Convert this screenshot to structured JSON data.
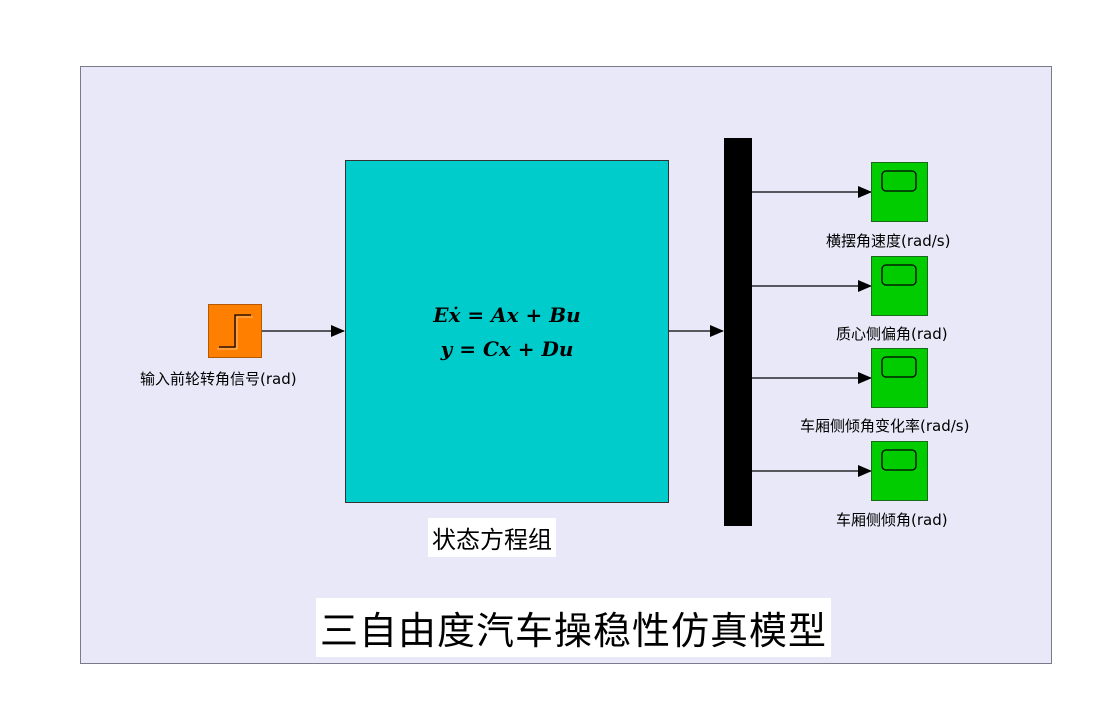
{
  "diagram": {
    "title": "三自由度汽车操稳性仿真模型",
    "input_block": {
      "label": "输入前轮转角信号(rad)"
    },
    "state_space_block": {
      "caption": "状态方程组",
      "equation_1": "Eẋ = Ax + Bu",
      "equation_2": "y = Cx + Du"
    },
    "scopes": [
      {
        "label": "横摆角速度(rad/s)"
      },
      {
        "label": "质心侧偏角(rad)"
      },
      {
        "label": "车厢侧倾角变化率(rad/s)"
      },
      {
        "label": "车厢侧倾角(rad)"
      }
    ]
  },
  "colors": {
    "canvas": "#e8e8f8",
    "step_block": "#ff7f00",
    "state_space_block": "#00cccc",
    "mux_block": "#000000",
    "scope_block": "#00cc00"
  }
}
